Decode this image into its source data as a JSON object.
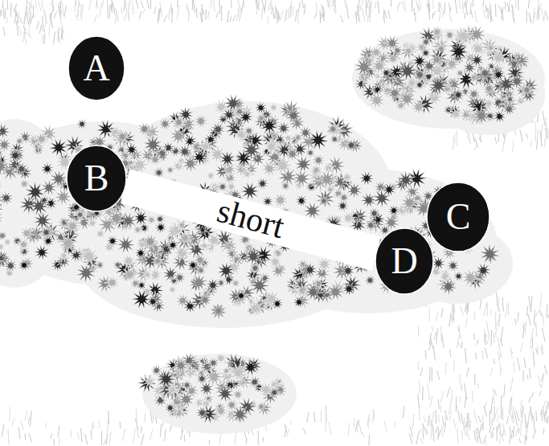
{
  "diagram": {
    "nodes": [
      {
        "text": [
          "A"
        ]
      },
      {
        "text": [
          "B"
        ]
      },
      {
        "text": [
          "C"
        ]
      },
      {
        "text": [
          "D"
        ]
      }
    ],
    "edges": [
      {
        "from": 1,
        "to": 3,
        "arrow": "none",
        "label": "short"
      }
    ]
  }
}
